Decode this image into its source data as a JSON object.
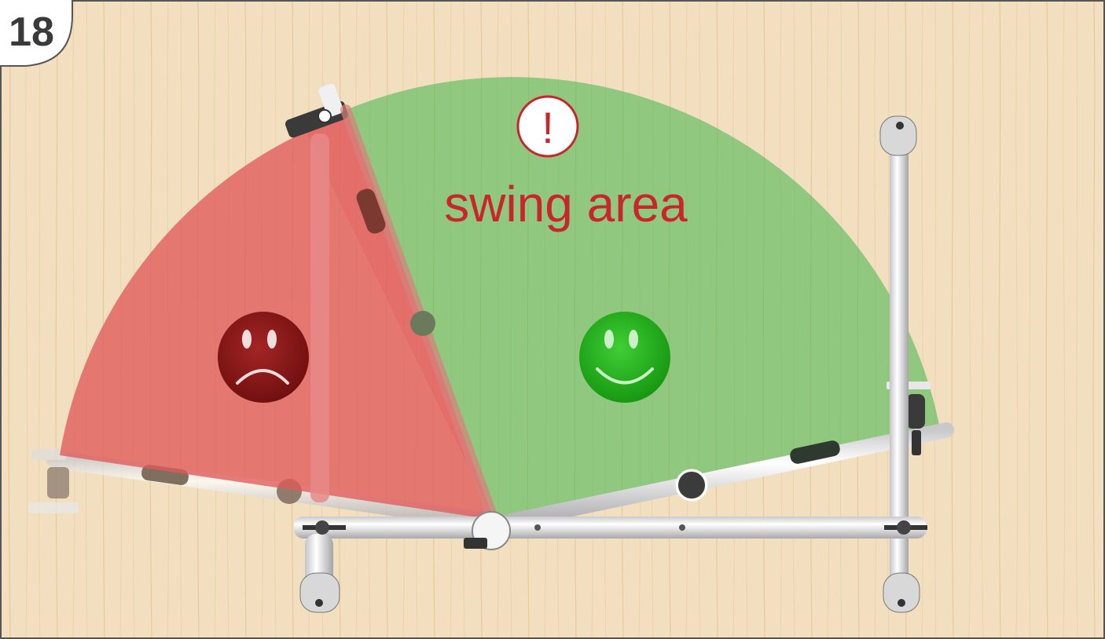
{
  "step": {
    "number": "18"
  },
  "caption": {
    "text": "swing area"
  },
  "warning": {
    "symbol": "!"
  },
  "zones": {
    "bad": {
      "label": "sad-face",
      "color": "#e05a5a"
    },
    "good": {
      "label": "smiley-face",
      "color": "#3cb043"
    }
  },
  "colors": {
    "frame_border": "#555555",
    "wood": "#f1dcbb",
    "caption": "#c8262c",
    "tube": "#e9e9ea",
    "handle": "#3a3a3a"
  }
}
